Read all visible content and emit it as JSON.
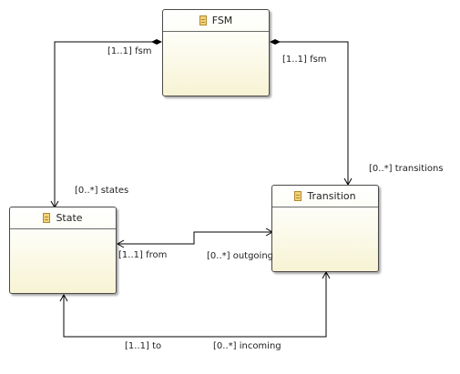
{
  "classes": {
    "fsm": "FSM",
    "state": "State",
    "transition": "Transition"
  },
  "labels": {
    "fsm_left": "[1..1] fsm",
    "fsm_right": "[1..1] fsm",
    "states": "[0..*] states",
    "transitions": "[0..*] transitions",
    "from": "[1..1] from",
    "outgoing": "[0..*] outgoing",
    "to": "[1..1] to",
    "incoming": "[0..*] incoming"
  }
}
